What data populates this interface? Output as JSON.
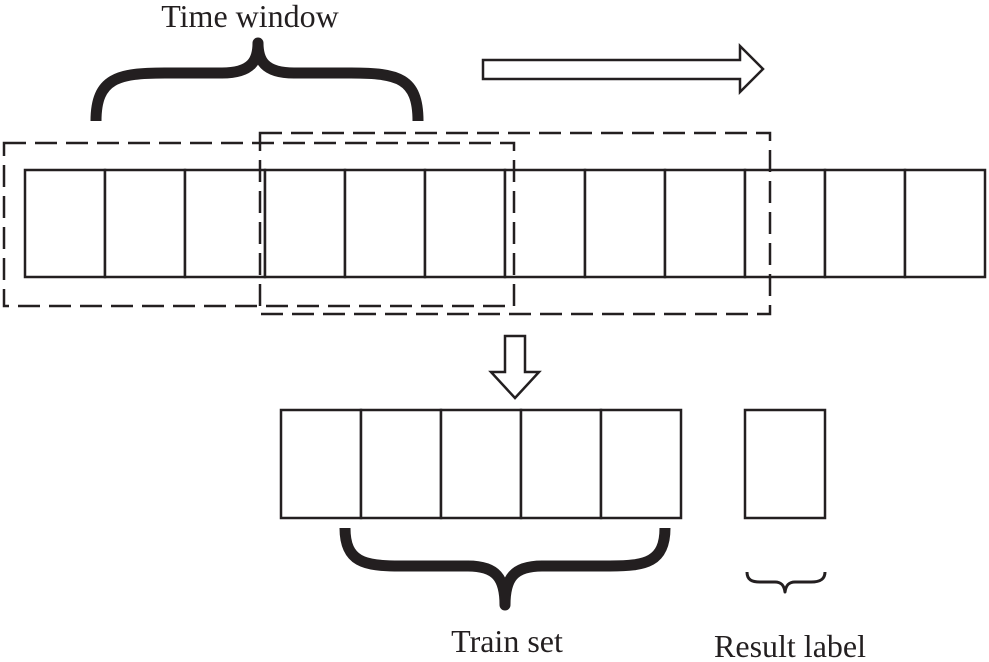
{
  "labels": {
    "time_window": "Time window",
    "train_set": "Train set",
    "result_label": "Result label"
  },
  "sequence": {
    "cell_count": 12
  },
  "train_set": {
    "cell_count": 5
  },
  "result": {
    "cell_count": 1
  },
  "colors": {
    "ink": "#231f20",
    "background": "#ffffff"
  }
}
